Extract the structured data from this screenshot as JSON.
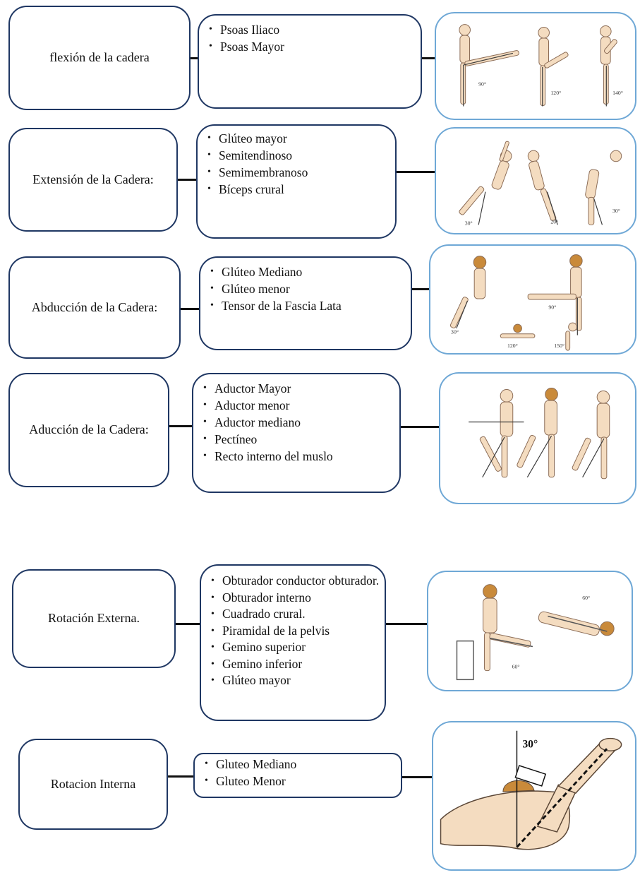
{
  "rows": [
    {
      "movement": "flexión de la cadera",
      "muscles": [
        "Psoas Iliaco",
        "Psoas Mayor"
      ],
      "angles": [
        "90°",
        "120°",
        "140°"
      ]
    },
    {
      "movement": "Extensión de la Cadera:",
      "muscles": [
        "Glúteo mayor",
        "Semitendinoso",
        "Semimembranoso",
        "Bíceps crural"
      ],
      "angles": [
        "30°",
        "20°",
        "30°"
      ]
    },
    {
      "movement": "Abducción de la Cadera:",
      "muscles": [
        "Glúteo Mediano",
        "Glúteo menor",
        "Tensor de la Fascia  Lata"
      ],
      "angles": [
        "30°",
        "90°",
        "120°",
        "150°"
      ]
    },
    {
      "movement": "Aducción de la Cadera:",
      "muscles": [
        "Aductor Mayor",
        "Aductor menor",
        "Aductor mediano",
        "Pectíneo",
        "Recto interno del muslo"
      ],
      "angles": []
    },
    {
      "movement": "Rotación Externa.",
      "muscles": [
        "Obturador conductor obturador.",
        "Obturador interno",
        "Cuadrado crural.",
        "Piramidal de la pelvis",
        "Gemino superior",
        "Gemino inferior",
        "Glúteo mayor"
      ],
      "angles": [
        "60°",
        "60°"
      ]
    },
    {
      "movement": "Rotacion Interna",
      "muscles": [
        "Gluteo  Mediano",
        "Gluteo Menor"
      ],
      "angles": [
        "30°"
      ]
    }
  ],
  "colors": {
    "box_border": "#1f3763",
    "image_border": "#6fa8d6",
    "connector": "#111111",
    "skin": "#f4dcc0",
    "hair": "#c98a3a"
  }
}
